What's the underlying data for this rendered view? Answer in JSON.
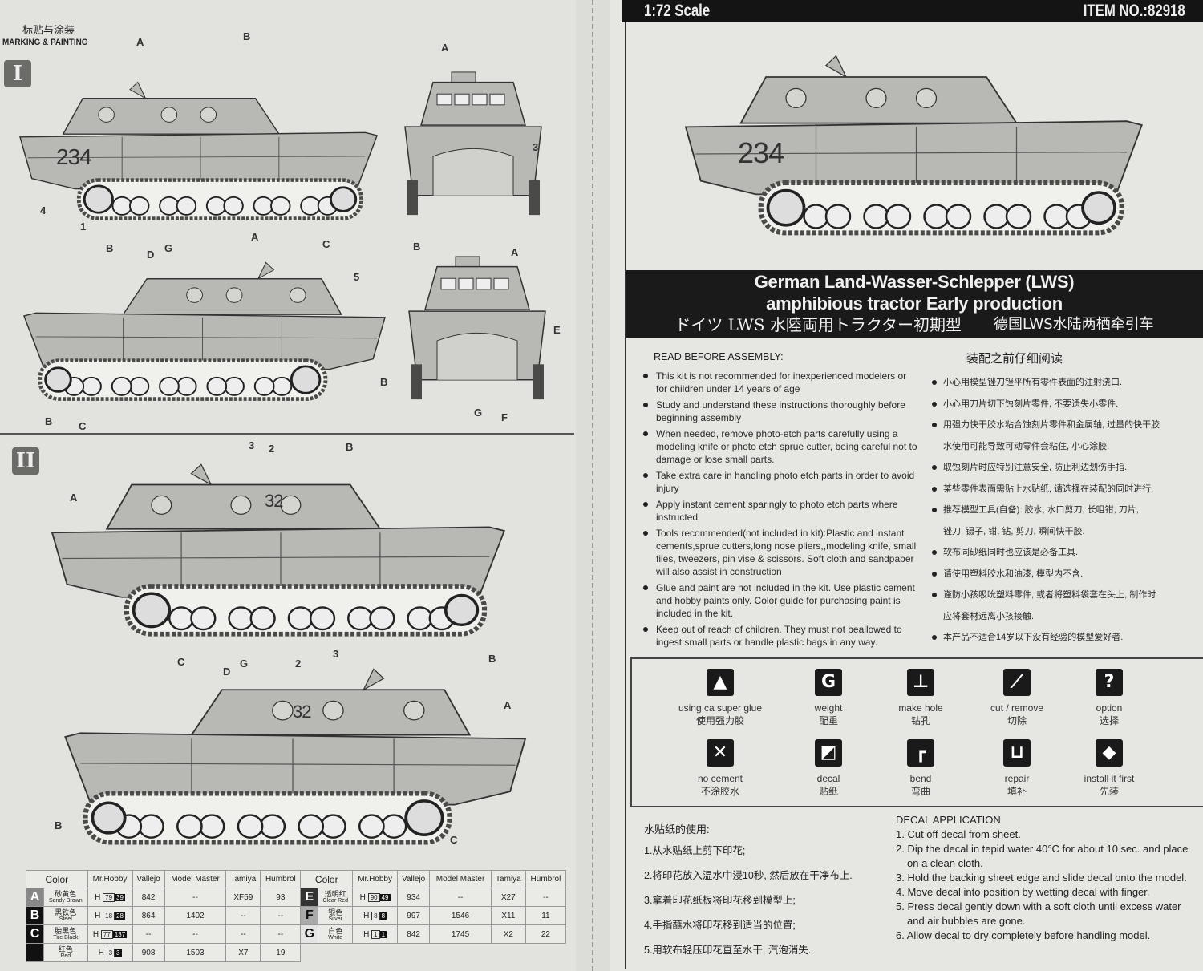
{
  "left_page": {
    "heading_cn": "标贴与涂装",
    "heading_en": "MARKING & PAINTING",
    "section_1": "I",
    "section_2": "II",
    "scheme_1": {
      "hull_number": "234",
      "side_callouts": [
        "A",
        "B",
        "4",
        "1",
        "B",
        "C"
      ],
      "front_callouts": [
        "A",
        "3",
        "B"
      ],
      "side2_callouts": [
        "D",
        "G",
        "A",
        "5",
        "B",
        "C"
      ],
      "rear_callouts": [
        "A",
        "E",
        "B",
        "G",
        "F"
      ]
    },
    "scheme_2": {
      "hull_number": "32",
      "side_callouts": [
        "3",
        "2",
        "B",
        "A",
        "C",
        "B"
      ],
      "side2_callouts": [
        "D",
        "G",
        "2",
        "3",
        "A",
        "B",
        "C"
      ]
    },
    "color_table": {
      "headers": [
        "Color",
        "Mr.Hobby",
        "Vallejo",
        "Model Master",
        "Tamiya",
        "Humbrol"
      ],
      "left_rows": [
        {
          "letter": "A",
          "cn": "砂黄色",
          "en": "Sandy Brown",
          "mh_prefix": "H",
          "mh_a": "79",
          "mh_b": "39",
          "vallejo": "842",
          "model_master": "--",
          "tamiya": "XF59",
          "humbrol": "93"
        },
        {
          "letter": "B",
          "cn": "黑铁色",
          "en": "Steel",
          "mh_prefix": "H",
          "mh_a": "18",
          "mh_b": "28",
          "vallejo": "864",
          "model_master": "1402",
          "tamiya": "--",
          "humbrol": "--"
        },
        {
          "letter": "C",
          "cn": "胎黑色",
          "en": "Tire Black",
          "mh_prefix": "H",
          "mh_a": "77",
          "mh_b": "137",
          "vallejo": "--",
          "model_master": "--",
          "tamiya": "--",
          "humbrol": "--"
        },
        {
          "letter": "",
          "cn": "红色",
          "en": "Red",
          "mh_prefix": "H",
          "mh_a": "3",
          "mh_b": "3",
          "vallejo": "908",
          "model_master": "1503",
          "tamiya": "X7",
          "humbrol": "19"
        }
      ],
      "right_rows": [
        {
          "letter": "E",
          "cn": "透明红",
          "en": "Clear Red",
          "mh_prefix": "H",
          "mh_a": "90",
          "mh_b": "49",
          "vallejo": "934",
          "model_master": "--",
          "tamiya": "X27",
          "humbrol": "--"
        },
        {
          "letter": "F",
          "cn": "银色",
          "en": "Silver",
          "mh_prefix": "H",
          "mh_a": "8",
          "mh_b": "8",
          "vallejo": "997",
          "model_master": "1546",
          "tamiya": "X11",
          "humbrol": "11"
        },
        {
          "letter": "G",
          "cn": "白色",
          "en": "White",
          "mh_prefix": "H",
          "mh_a": "1",
          "mh_b": "1",
          "vallejo": "842",
          "model_master": "1745",
          "tamiya": "X2",
          "humbrol": "22"
        }
      ]
    }
  },
  "right_page": {
    "scale": "1:72 Scale",
    "item_no": "ITEM NO.:82918",
    "box_art_number": "234",
    "title_line1": "German Land-Wasser-Schlepper (LWS)",
    "title_line2": "amphibious tractor Early production",
    "title_jp": "ドイツ LWS 水陸両用トラクター初期型",
    "title_cn": "德国LWS水陆两栖牵引车",
    "read_before_en": "READ BEFORE ASSEMBLY:",
    "read_before_cn": "装配之前仔细阅读",
    "instructions_en": [
      "This kit is not recommended for inexperienced modelers or for children under 14 years of age",
      "Study and understand these instructions thoroughly before beginning assembly",
      "When needed, remove photo-etch parts carefully using a modeling knife or photo etch sprue cutter, being careful not to damage or lose small parts.",
      "Take extra care in handling photo etch parts in order to avoid injury",
      "Apply instant cement sparingly to photo etch parts where instructed",
      "Tools recommended(not included in kit):Plastic and instant cements,sprue cutters,long nose pliers,,modeling knife, small files, tweezers, pin vise & scissors. Soft cloth and sandpaper will also assist in construction",
      "Glue and paint are not included in the kit. Use plastic cement and hobby paints only. Color guide for purchasing paint is included in the kit.",
      "Keep out of reach of children. They must not beallowed to ingest small parts or handle plastic bags in any way."
    ],
    "instructions_cn": [
      {
        "text": "小心用模型锉刀锉平所有零件表面的注射浇口.",
        "cont": ""
      },
      {
        "text": "小心用刀片切下蚀刻片零件, 不要遗失小零件.",
        "cont": ""
      },
      {
        "text": "用强力快干胶水粘合蚀刻片零件和金属轴, 过量的快干胶",
        "cont": "水使用可能导致可动零件会粘住, 小心涂胶."
      },
      {
        "text": "取蚀刻片时应特别注意安全, 防止利边划伤手指.",
        "cont": ""
      },
      {
        "text": "某些零件表面需贴上水贴纸, 请选择在装配的同时进行.",
        "cont": ""
      },
      {
        "text": "推荐模型工具(自备): 胶水, 水口剪刀, 长咀钳, 刀片,",
        "cont": "锉刀, 镊子, 钳, 钻, 剪刀, 瞬间快干胶."
      },
      {
        "text": "软布同砂纸同时也应该是必备工具.",
        "cont": ""
      },
      {
        "text": "请使用塑料胶水和油漆, 模型内不含.",
        "cont": ""
      },
      {
        "text": "谨防小孩吸吮塑料零件, 或者将塑料袋套在头上, 制作时",
        "cont": "应将套材远离小孩接触."
      },
      {
        "text": "本产品不适合14岁以下没有经验的模型爱好者.",
        "cont": ""
      }
    ],
    "icons": [
      {
        "name": "super-glue",
        "glyph": "▲",
        "en": "using ca super glue",
        "cn": "使用强力胶"
      },
      {
        "name": "weight",
        "glyph": "G",
        "en": "weight",
        "cn": "配重"
      },
      {
        "name": "make-hole",
        "glyph": "⊥",
        "en": "make hole",
        "cn": "钻孔"
      },
      {
        "name": "cut-remove",
        "glyph": "⟋",
        "en": "cut / remove",
        "cn": "切除"
      },
      {
        "name": "option",
        "glyph": "?",
        "en": "option",
        "cn": "选择"
      },
      {
        "name": "no-cement",
        "glyph": "✕",
        "en": "no cement",
        "cn": "不涂胶水"
      },
      {
        "name": "decal",
        "glyph": "◩",
        "en": "decal",
        "cn": "贴纸"
      },
      {
        "name": "bend",
        "glyph": "┏",
        "en": "bend",
        "cn": "弯曲"
      },
      {
        "name": "repair",
        "glyph": "⊔",
        "en": "repair",
        "cn": "填补"
      },
      {
        "name": "install-first",
        "glyph": "◆",
        "en": "install it first",
        "cn": "先装"
      }
    ],
    "decal_cn_title": "水贴纸的使用:",
    "decal_cn_steps": [
      "1.从水贴纸上剪下印花;",
      "2.将印花放入温水中浸10秒, 然后放在干净布上.",
      "3.拿着印花纸板将印花移到模型上;",
      "4.手指蘸水将印花移到适当的位置;",
      "5.用软布轻压印花直至水干, 汽泡消失."
    ],
    "decal_en_title": "DECAL APPLICATION",
    "decal_en_steps": [
      "1. Cut off decal from sheet.",
      "2. Dip the decal in tepid water 40°C for about 10 sec. and place on a clean cloth.",
      "3. Hold the backing sheet edge and slide decal onto the model.",
      "4. Move decal into position by wetting decal with finger.",
      "5. Press decal gently down with a soft cloth until excess water and air bubbles are gone.",
      "6. Allow decal to dry completely before handling model."
    ]
  },
  "colors": {
    "paper": "#e4e4e0",
    "ink": "#222222",
    "hull": "#b8b8b4",
    "track": "#4a4a48",
    "bar": "#1a1a1a"
  }
}
